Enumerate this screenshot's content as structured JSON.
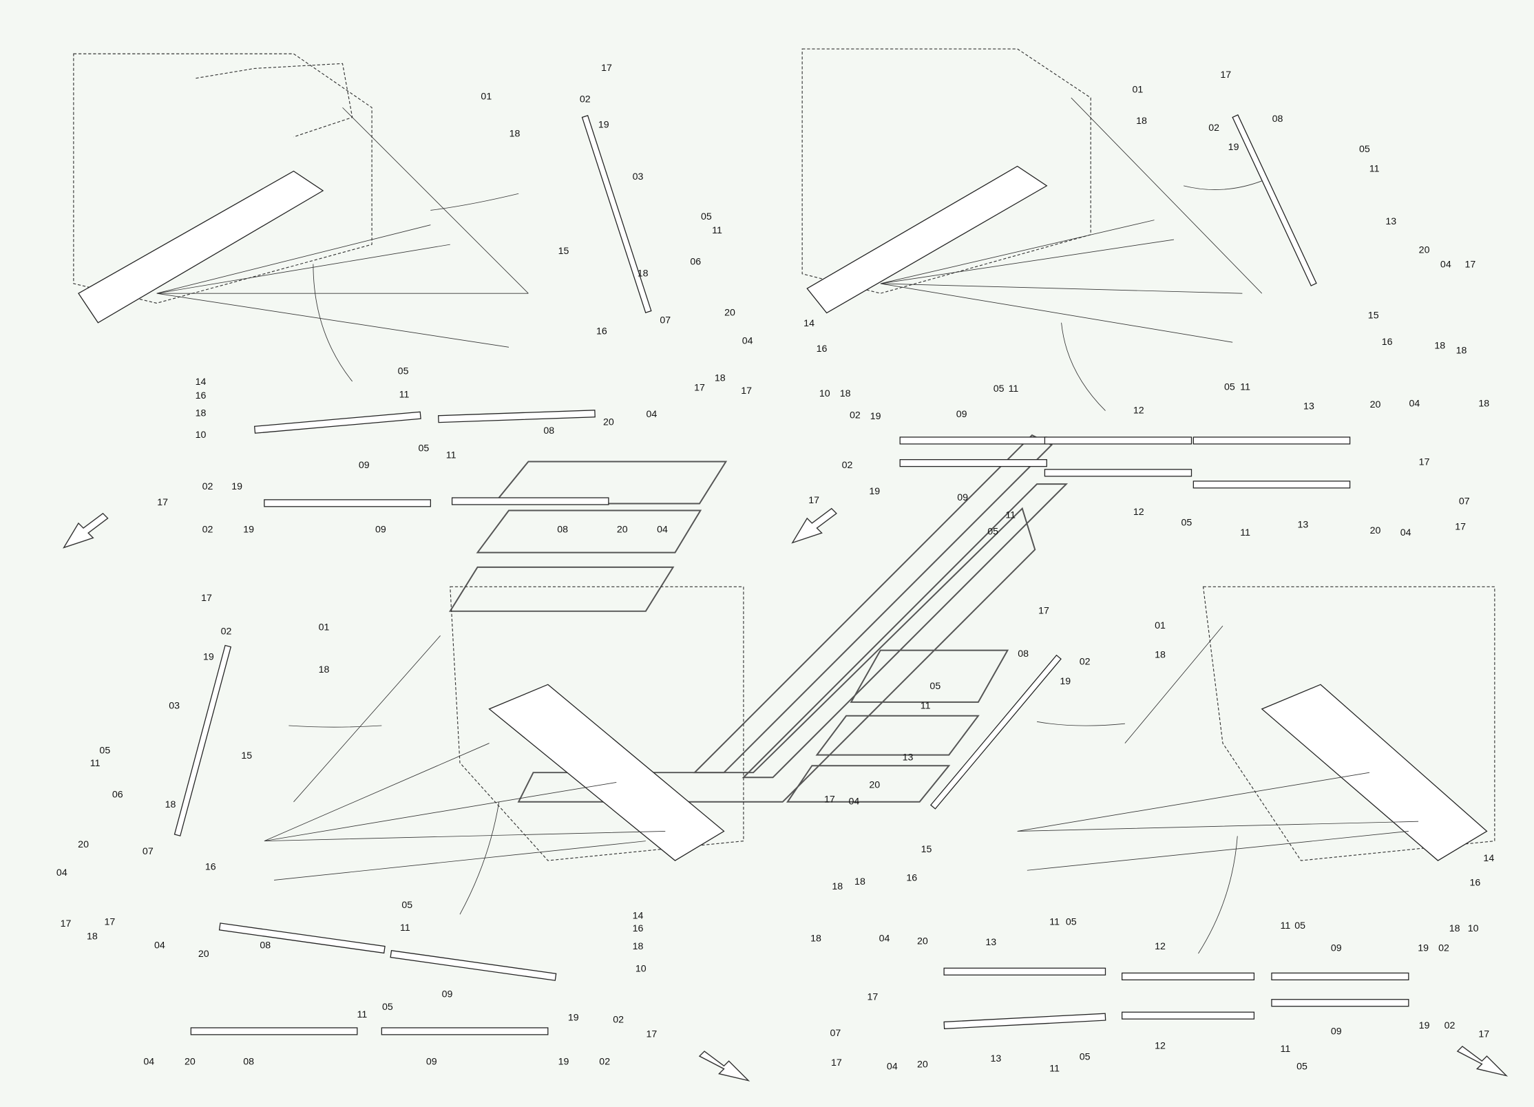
{
  "diagram": {
    "colors": {
      "background": "#f4f8f3",
      "line": "#222222"
    },
    "quadrants": {
      "top_left": {
        "labels": [
          "01",
          "17",
          "02",
          "18",
          "19",
          "03",
          "05",
          "11",
          "06",
          "15",
          "18",
          "07",
          "16",
          "20",
          "04",
          "18",
          "17",
          "17",
          "20",
          "04",
          "08",
          "14",
          "16",
          "18",
          "10",
          "05",
          "11",
          "05",
          "11",
          "09",
          "02",
          "19",
          "17",
          "02",
          "19",
          "09",
          "08",
          "20",
          "04"
        ]
      },
      "top_right": {
        "labels": [
          "01",
          "17",
          "18",
          "02",
          "19",
          "08",
          "05",
          "11",
          "13",
          "20",
          "04",
          "17",
          "15",
          "18",
          "16",
          "14",
          "16",
          "18",
          "10",
          "18",
          "02",
          "19",
          "09",
          "05",
          "11",
          "12",
          "05",
          "11",
          "13",
          "20",
          "04",
          "18",
          "17",
          "02",
          "19",
          "09",
          "11",
          "05",
          "12",
          "05",
          "11",
          "13",
          "20",
          "04",
          "17",
          "07",
          "17"
        ]
      },
      "bottom_left": {
        "labels": [
          "17",
          "02",
          "01",
          "18",
          "19",
          "03",
          "05",
          "11",
          "06",
          "15",
          "18",
          "07",
          "20",
          "16",
          "04",
          "17",
          "18",
          "17",
          "04",
          "20",
          "08",
          "05",
          "11",
          "14",
          "16",
          "18",
          "10",
          "09",
          "11",
          "05",
          "19",
          "02",
          "17",
          "19",
          "02",
          "09",
          "08",
          "20",
          "04"
        ]
      },
      "bottom_right": {
        "labels": [
          "17",
          "01",
          "18",
          "02",
          "19",
          "08",
          "05",
          "11",
          "13",
          "20",
          "17",
          "04",
          "15",
          "18",
          "16",
          "18",
          "18",
          "04",
          "20",
          "13",
          "11",
          "05",
          "12",
          "11",
          "05",
          "09",
          "14",
          "16",
          "18",
          "10",
          "19",
          "02",
          "17",
          "07",
          "17",
          "04",
          "20",
          "13",
          "05",
          "11",
          "11",
          "05",
          "12",
          "09",
          "19",
          "02",
          "17"
        ]
      }
    }
  }
}
